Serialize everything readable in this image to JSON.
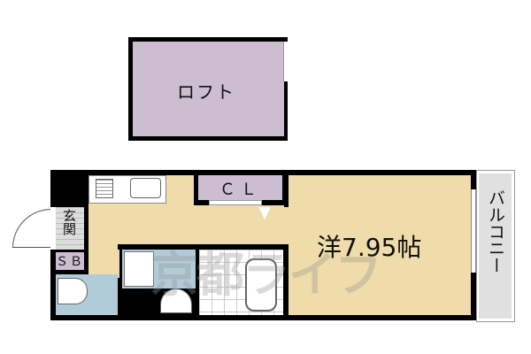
{
  "floorplan": {
    "loft": {
      "label": "ロフト",
      "color": "#cdbdd0"
    },
    "main_room": {
      "label": "洋7.95帖",
      "color": "#efdcaa"
    },
    "closet": {
      "label": "ＣＬ",
      "color": "#cdbdd0"
    },
    "entrance": {
      "label": "玄関"
    },
    "shoe_box": {
      "label": "ＳＢ",
      "color": "#cdbdd0"
    },
    "balcony": {
      "label": "バルコニー",
      "color": "#e0e0e0"
    },
    "toilet": {
      "color": "#b2cbd9"
    },
    "washroom": {
      "color": "#b2cbd9"
    },
    "kitchen": {
      "color": "#efdcaa"
    },
    "watermark": {
      "text": "京都ライフ"
    }
  }
}
